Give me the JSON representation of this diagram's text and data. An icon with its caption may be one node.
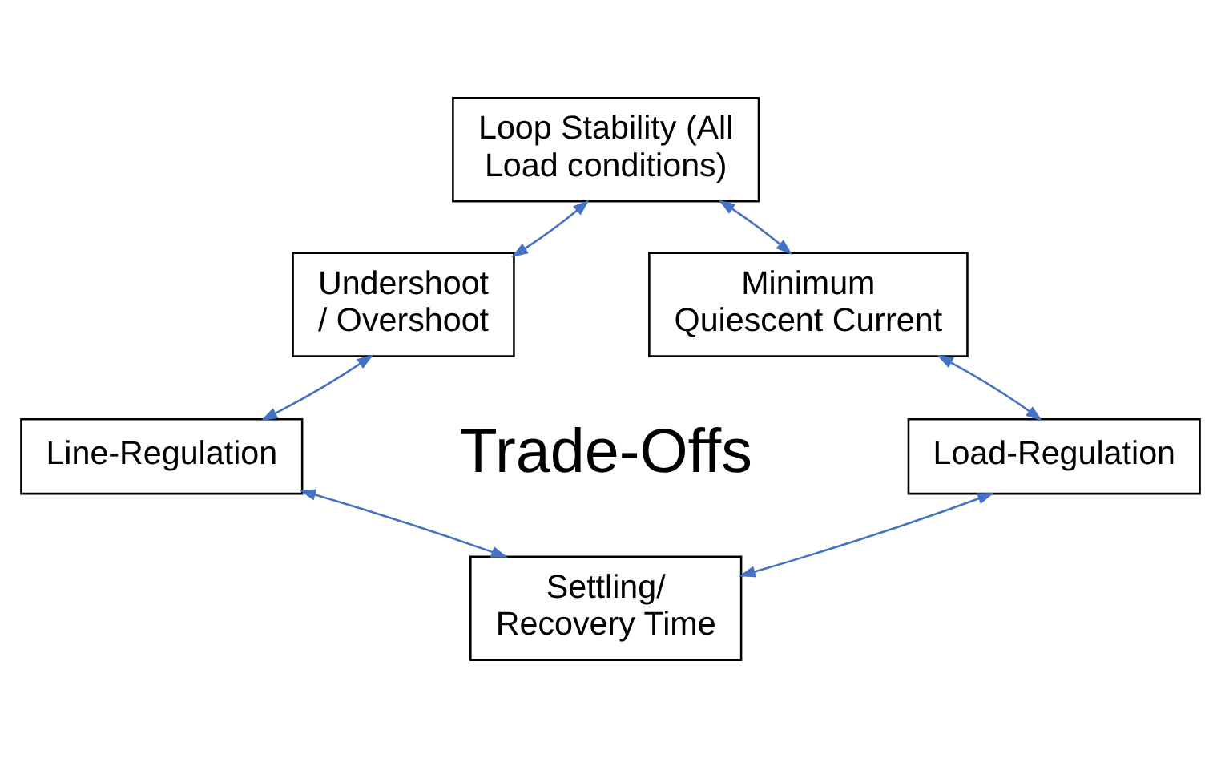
{
  "diagram": {
    "nodes": [
      {
        "text": [
          "Loop Stability (All Load conditions)"
        ]
      },
      {
        "text": [
          "Undershoot / Overshoot"
        ]
      },
      {
        "text": [
          "Minimum Quiescent Current"
        ]
      },
      {
        "text": [
          "Line-Regulation"
        ]
      },
      {
        "text": [
          "Load-Regulation"
        ]
      },
      {
        "text": [
          "Settling/ Recovery Time"
        ]
      }
    ],
    "edges": [
      {
        "from": 1,
        "to": 0,
        "arrow": "both",
        "color": "#4472c4"
      },
      {
        "from": 0,
        "to": 2,
        "arrow": "both",
        "color": "#4472c4"
      },
      {
        "from": 1,
        "to": 3,
        "arrow": "both",
        "color": "#4472c4"
      },
      {
        "from": 2,
        "to": 4,
        "arrow": "both",
        "color": "#4472c4"
      },
      {
        "from": 3,
        "to": 5,
        "arrow": "both",
        "color": "#4472c4"
      },
      {
        "from": 5,
        "to": 4,
        "arrow": "both",
        "color": "#4472c4"
      }
    ],
    "labels": [
      "Trade-Offs"
    ]
  }
}
